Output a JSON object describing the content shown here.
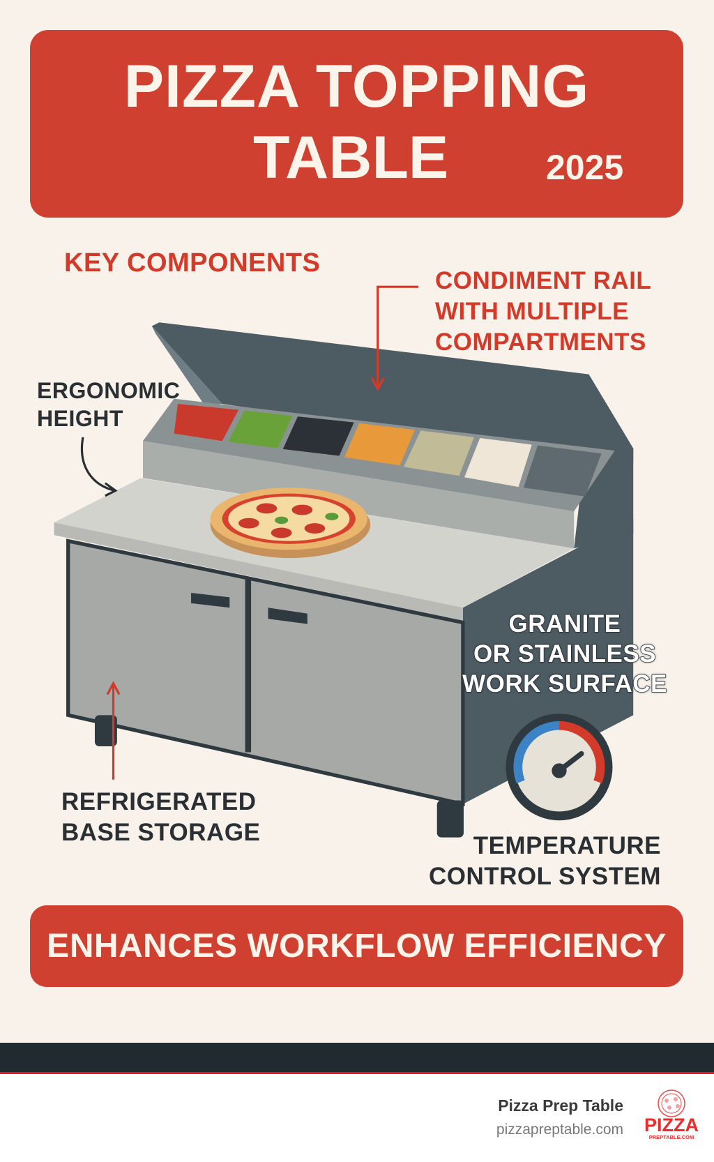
{
  "header": {
    "title_line1": "PIZZA TOPPING",
    "title_line2": "TABLE",
    "year": "2025"
  },
  "section_heading": "KEY COMPONENTS",
  "labels": {
    "condiment_rail": [
      "CONDIMENT RAIL",
      "WITH MULTIPLE",
      "COMPARTMENTS"
    ],
    "ergonomic_height": [
      "ERGONOMIC",
      "HEIGHT"
    ],
    "work_surface": [
      "GRANITE",
      "OR STAINLESS",
      "WORK SURFACE"
    ],
    "base_storage": [
      "REFRIGERATED",
      "BASE STORAGE"
    ],
    "temperature": [
      "TEMPERATURE",
      "CONTROL SYSTEM"
    ]
  },
  "banner": "ENHANCES WORKFLOW EFFICIENCY",
  "footer": {
    "brand": "Pizza Prep Table",
    "url": "pizzapreptable.com",
    "logo_text": "PIZZA",
    "logo_subtext": "PREPTABLE.COM"
  },
  "colors": {
    "accent": "#cf4030",
    "background": "#f8f2ea",
    "dark": "#2a2f33"
  }
}
